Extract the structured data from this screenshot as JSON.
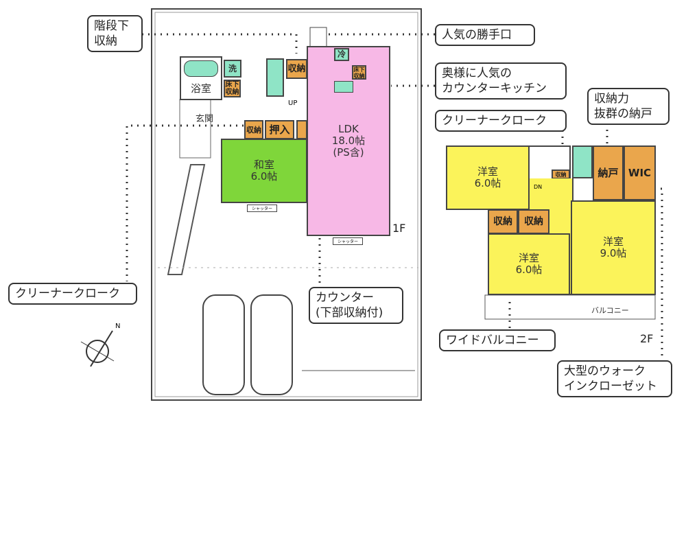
{
  "floor1": {
    "label": "1F",
    "rooms": {
      "ldk": "LDK\n18.0帖\n(PS含)",
      "washitsu": "和室\n6.0帖",
      "bath": "浴室",
      "wash": "洗",
      "underfloor1": "床下\n収納",
      "underfloor2": "床下\n収納",
      "storage_stairs": "収納",
      "storage_japanese": "収納",
      "oshiire": "押入",
      "fridge": "冷",
      "entrance": "玄関",
      "up": "UP",
      "shutter1": "シャッター",
      "shutter2": "シャッター"
    }
  },
  "floor2": {
    "label": "2F",
    "rooms": {
      "western1": "洋室\n6.0帖",
      "western2": "洋室\n6.0帖",
      "western3": "洋室\n9.0帖",
      "storage_small": "収納",
      "storage_a": "収納",
      "storage_b": "収納",
      "nando": "納戸",
      "wic": "WIC",
      "balcony": "バルコニー",
      "dn": "DN"
    }
  },
  "callouts": {
    "under_stairs": "階段下\n収納",
    "back_door": "人気の勝手口",
    "counter_kitchen": "奥様に人気の\nカウンターキッチン",
    "cleaner_cloak_2f": "クリーナークローク",
    "nando": "収納力\n抜群の納戸",
    "cleaner_cloak_1f": "クリーナークローク",
    "counter": "カウンター\n(下部収納付)",
    "wide_balcony": "ワイドバルコニー",
    "walk_in_closet": "大型のウォーク\nインクローゼット"
  },
  "colors": {
    "ldk": "#f7b8e6",
    "washitsu": "#7fd63a",
    "western": "#fbf35a",
    "storage": "#eaa64c",
    "water": "#8fe4c6"
  }
}
